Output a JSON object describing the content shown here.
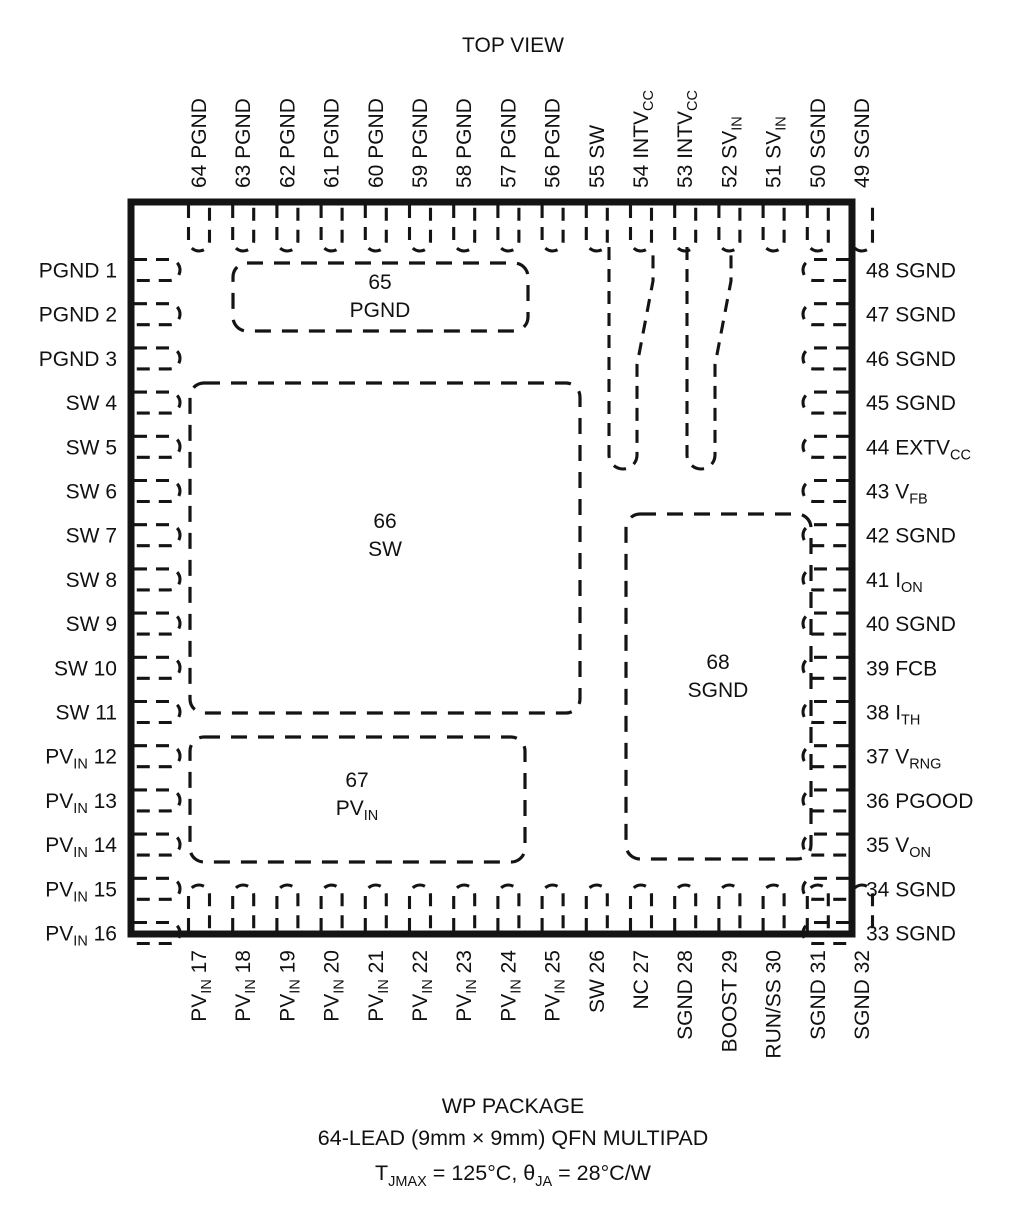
{
  "diagram": {
    "title": "TOP VIEW",
    "package_caption": {
      "line1": "WP PACKAGE",
      "line2": "64-LEAD (9mm × 9mm) QFN MULTIPAD",
      "line3_pre": "T",
      "line3_sub1": "JMAX",
      "line3_mid": " = 125°C, ",
      "line3_theta": "θ",
      "line3_sub2": "JA",
      "line3_end": " = 28°C/W"
    },
    "colors": {
      "outline": "#141414",
      "text": "#111111",
      "background": "#ffffff"
    },
    "pin_count": 64,
    "pads_count": 4
  },
  "pins_top": [
    {
      "num": "64",
      "name": "PGND",
      "sub": ""
    },
    {
      "num": "63",
      "name": "PGND",
      "sub": ""
    },
    {
      "num": "62",
      "name": "PGND",
      "sub": ""
    },
    {
      "num": "61",
      "name": "PGND",
      "sub": ""
    },
    {
      "num": "60",
      "name": "PGND",
      "sub": ""
    },
    {
      "num": "59",
      "name": "PGND",
      "sub": ""
    },
    {
      "num": "58",
      "name": "PGND",
      "sub": ""
    },
    {
      "num": "57",
      "name": "PGND",
      "sub": ""
    },
    {
      "num": "56",
      "name": "PGND",
      "sub": ""
    },
    {
      "num": "55",
      "name": "SW",
      "sub": ""
    },
    {
      "num": "54",
      "name": "INTV",
      "sub": "CC"
    },
    {
      "num": "53",
      "name": "INTV",
      "sub": "CC"
    },
    {
      "num": "52",
      "name": "SV",
      "sub": "IN"
    },
    {
      "num": "51",
      "name": "SV",
      "sub": "IN"
    },
    {
      "num": "50",
      "name": "SGND",
      "sub": ""
    },
    {
      "num": "49",
      "name": "SGND",
      "sub": ""
    }
  ],
  "pins_left": [
    {
      "num": "1",
      "name": "PGND",
      "sub": ""
    },
    {
      "num": "2",
      "name": "PGND",
      "sub": ""
    },
    {
      "num": "3",
      "name": "PGND",
      "sub": ""
    },
    {
      "num": "4",
      "name": "SW",
      "sub": ""
    },
    {
      "num": "5",
      "name": "SW",
      "sub": ""
    },
    {
      "num": "6",
      "name": "SW",
      "sub": ""
    },
    {
      "num": "7",
      "name": "SW",
      "sub": ""
    },
    {
      "num": "8",
      "name": "SW",
      "sub": ""
    },
    {
      "num": "9",
      "name": "SW",
      "sub": ""
    },
    {
      "num": "10",
      "name": "SW",
      "sub": ""
    },
    {
      "num": "11",
      "name": "SW",
      "sub": ""
    },
    {
      "num": "12",
      "name": "PV",
      "sub": "IN"
    },
    {
      "num": "13",
      "name": "PV",
      "sub": "IN"
    },
    {
      "num": "14",
      "name": "PV",
      "sub": "IN"
    },
    {
      "num": "15",
      "name": "PV",
      "sub": "IN"
    },
    {
      "num": "16",
      "name": "PV",
      "sub": "IN"
    }
  ],
  "pins_bottom": [
    {
      "num": "17",
      "name": "PV",
      "sub": "IN"
    },
    {
      "num": "18",
      "name": "PV",
      "sub": "IN"
    },
    {
      "num": "19",
      "name": "PV",
      "sub": "IN"
    },
    {
      "num": "20",
      "name": "PV",
      "sub": "IN"
    },
    {
      "num": "21",
      "name": "PV",
      "sub": "IN"
    },
    {
      "num": "22",
      "name": "PV",
      "sub": "IN"
    },
    {
      "num": "23",
      "name": "PV",
      "sub": "IN"
    },
    {
      "num": "24",
      "name": "PV",
      "sub": "IN"
    },
    {
      "num": "25",
      "name": "PV",
      "sub": "IN"
    },
    {
      "num": "26",
      "name": "SW",
      "sub": ""
    },
    {
      "num": "27",
      "name": "NC",
      "sub": ""
    },
    {
      "num": "28",
      "name": "SGND",
      "sub": ""
    },
    {
      "num": "29",
      "name": "BOOST",
      "sub": ""
    },
    {
      "num": "30",
      "name": "RUN/SS",
      "sub": ""
    },
    {
      "num": "31",
      "name": "SGND",
      "sub": ""
    },
    {
      "num": "32",
      "name": "SGND",
      "sub": ""
    }
  ],
  "pins_right": [
    {
      "num": "48",
      "name": "SGND",
      "sub": ""
    },
    {
      "num": "47",
      "name": "SGND",
      "sub": ""
    },
    {
      "num": "46",
      "name": "SGND",
      "sub": ""
    },
    {
      "num": "45",
      "name": "SGND",
      "sub": ""
    },
    {
      "num": "44",
      "name": "EXTV",
      "sub": "CC"
    },
    {
      "num": "43",
      "name": "V",
      "sub": "FB"
    },
    {
      "num": "42",
      "name": "SGND",
      "sub": ""
    },
    {
      "num": "41",
      "name": "I",
      "sub": "ON"
    },
    {
      "num": "40",
      "name": "SGND",
      "sub": ""
    },
    {
      "num": "39",
      "name": "FCB",
      "sub": ""
    },
    {
      "num": "38",
      "name": "I",
      "sub": "TH"
    },
    {
      "num": "37",
      "name": "V",
      "sub": "RNG"
    },
    {
      "num": "36",
      "name": "PGOOD",
      "sub": ""
    },
    {
      "num": "35",
      "name": "V",
      "sub": "ON"
    },
    {
      "num": "34",
      "name": "SGND",
      "sub": ""
    },
    {
      "num": "33",
      "name": "SGND",
      "sub": ""
    }
  ],
  "exposed_pads": [
    {
      "num": "65",
      "name": "PGND",
      "sub": ""
    },
    {
      "num": "66",
      "name": "SW",
      "sub": ""
    },
    {
      "num": "67",
      "name": "PV",
      "sub": "IN"
    },
    {
      "num": "68",
      "name": "SGND",
      "sub": ""
    }
  ]
}
